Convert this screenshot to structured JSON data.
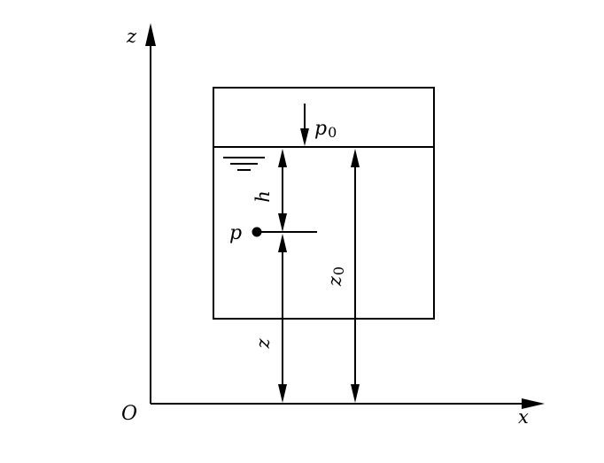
{
  "axes": {
    "z_label": "z",
    "x_label": "x",
    "origin_label": "O"
  },
  "labels": {
    "surface_pressure": {
      "symbol": "p",
      "subscript": "0"
    },
    "point_pressure": "p",
    "depth": "h",
    "point_height": "z",
    "surface_height": {
      "symbol": "z",
      "subscript": "0"
    }
  },
  "colors": {
    "ink": "#000000",
    "background": "#ffffff"
  }
}
